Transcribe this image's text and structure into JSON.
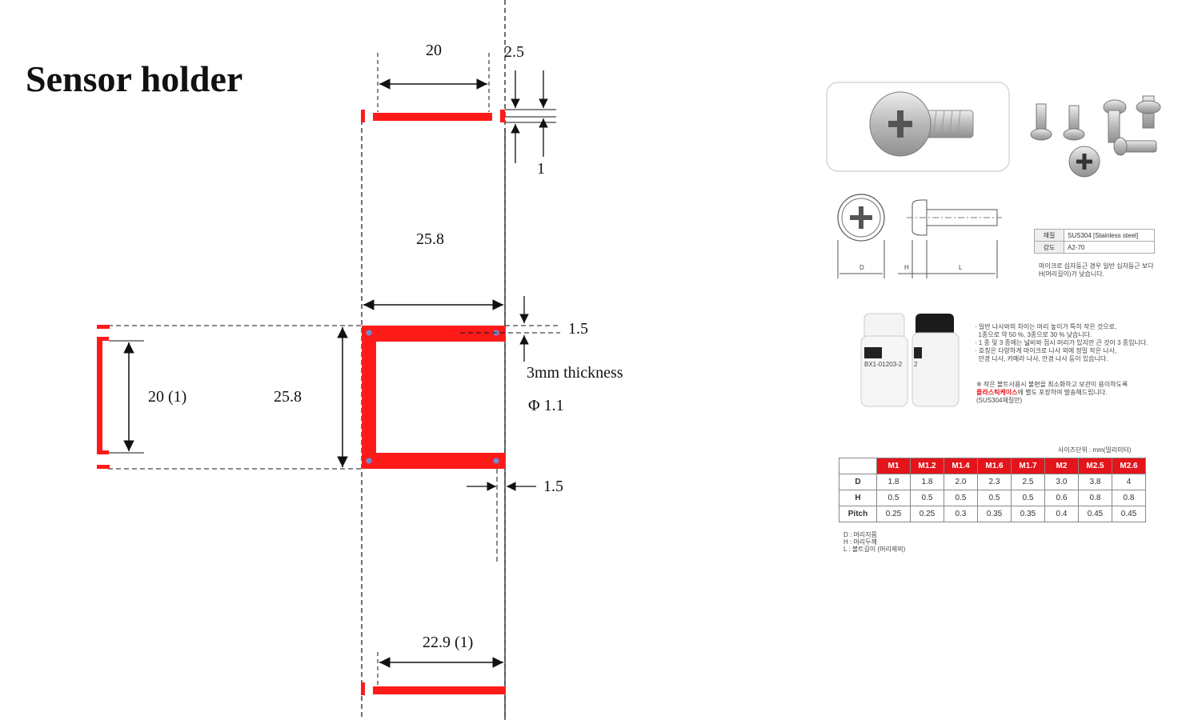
{
  "title": "Sensor holder",
  "dimensions": {
    "top_width": "20",
    "top_gap": "2.5",
    "top_thickness": "1",
    "body_width": "25.8",
    "wall": "1.5",
    "thickness_note": "3mm thickness",
    "hole_note": "Φ 1.1",
    "left_height": "20 (1)",
    "body_height": "25.8",
    "bottom_wall": "1.5",
    "bottom_width": "22.9 (1)"
  },
  "screw_panel": {
    "spec_table_keys": [
      "재질",
      "강도"
    ],
    "spec_table_values": [
      "SUS304 [Stainless steel]",
      "A2-70"
    ],
    "spec_note": "마이크로 십자둥근 경우 일반 십자둥근 보다\nH(머리길이)가 낮습니다.",
    "drawing_labels": [
      "D",
      "H",
      "L"
    ],
    "bottle_labels": [
      "BX1-01203-2",
      "2"
    ],
    "notes": "· 일반 나사와의 차이는 머리 높이가 특히 작은 것으로,\n  1종으로 약 50 %, 3종으로 30 % 낮습니다.\n· 1 종 및 3 종에는 넓비와 접시 머리가 있지만 큰 것이 3 종입니다.\n· 호칭은 다양하게 마이크로 나사 외에 정밀 작은 나사,\n  안경 나사, 카메라 나사, 안경 나사 등이 있습니다.",
    "note2_prefix": "※ 작은 볼트사용시 불편을 최소화하고 보관이 용이하도록",
    "note2_red": "플라스틱케이스",
    "note2_suffix": "에 별도 포장하여 발송해드립니다.",
    "note2_sub": "(SUS304재질만)",
    "unit_label": "사이즈단위 : mm(밀리미터)",
    "legend": [
      "D : 머리지름",
      "H : 머리두께",
      "L : 볼트길이 (머리제외)"
    ],
    "table": {
      "columns": [
        "M1",
        "M1.2",
        "M1.4",
        "M1.6",
        "M1.7",
        "M2",
        "M2.5",
        "M2.6"
      ],
      "rows": [
        {
          "label": "D",
          "values": [
            "1.8",
            "1.8",
            "2.0",
            "2.3",
            "2.5",
            "3.0",
            "3.8",
            "4"
          ]
        },
        {
          "label": "H",
          "values": [
            "0.5",
            "0.5",
            "0.5",
            "0.5",
            "0.5",
            "0.6",
            "0.8",
            "0.8"
          ]
        },
        {
          "label": "Pitch",
          "values": [
            "0.25",
            "0.25",
            "0.3",
            "0.35",
            "0.35",
            "0.4",
            "0.45",
            "0.45"
          ]
        }
      ]
    }
  },
  "colors": {
    "accent_red": "#ff1a1a",
    "table_red": "#e4141b",
    "dim_line": "#111111"
  }
}
